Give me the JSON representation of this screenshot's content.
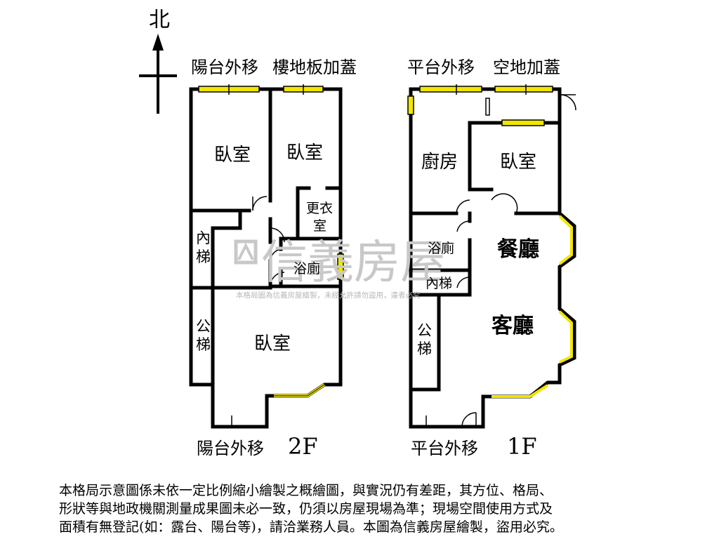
{
  "north_label": "北",
  "watermark": {
    "brand": "信義房屋",
    "notice": "本格局圖為信義房屋繪製，未經允許請勿盜用，違者必究"
  },
  "floor_2f": {
    "floor_label": "2F",
    "top_left_note": "陽台外移",
    "top_right_note": "樓地板加蓋",
    "bottom_note": "陽台外移",
    "rooms": {
      "bedroom_nw": "臥室",
      "bedroom_ne": "臥室",
      "closet_line1": "更衣",
      "closet_line2": "室",
      "inner_stair_line1": "內",
      "inner_stair_line2": "梯",
      "bathroom": "浴廁",
      "public_stair_line1": "公",
      "public_stair_line2": "梯",
      "bedroom_s": "臥室"
    }
  },
  "floor_1f": {
    "floor_label": "1F",
    "top_left_note": "平台外移",
    "top_right_note": "空地加蓋",
    "bottom_note": "平台外移",
    "rooms": {
      "kitchen": "廚房",
      "bedroom": "臥室",
      "bathroom": "浴廁",
      "dining": "餐廳",
      "inner_stair": "內梯",
      "living": "客廳",
      "public_stair_line1": "公",
      "public_stair_line2": "梯"
    }
  },
  "disclaimer_lines": [
    "本格局示意圖係未依一定比例縮小繪製之概繪圖，與實況仍有差距，其方位、格局、",
    "形狀等與地政機關測量成果圖未必一致，仍須以房屋現場為準；現場空間使用方式及",
    "面積有無登記(如：露台、陽台等)，請洽業務人員。本圖為信義房屋繪製，盜用必究。"
  ],
  "colors": {
    "wall": "#000000",
    "window": "#f2e600",
    "watermark": "#c8c8c8"
  }
}
